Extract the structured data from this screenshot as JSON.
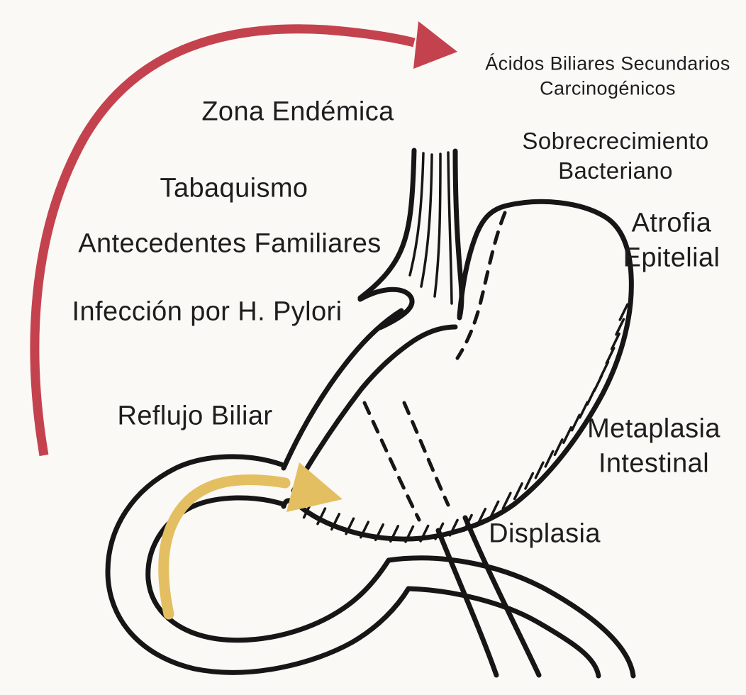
{
  "diagram": {
    "subject": "gastric-cancer-risk-and-progression-diagram",
    "language": "es"
  },
  "colors": {
    "background": "#fbf9f5",
    "line_art": "#161616",
    "text": "#1d1d1d",
    "progression_arrow_red": "#c4424e",
    "bile_reflux_arrow_yellow": "#e4bf62"
  },
  "icons": {
    "progression_arrow": "red curved arrow from lower-left sweeping over the top toward upper-right",
    "bile_reflux_arrow": "yellow curved arrow through bowel loop pointing into stomach",
    "stomach_illustration": "black line drawing of post-surgical stomach with esophagus, bowel loops, dashed suture lines and hatched mucosa"
  },
  "risk_factors": {
    "zona": "Zona Endémica",
    "tabaquismo": "Tabaquismo",
    "antecedentes": "Antecedentes Familiares",
    "infeccion": "Infección por H. Pylori",
    "reflujo": "Reflujo Biliar"
  },
  "outcomes": {
    "acidos_line1": "Ácidos Biliares Secundarios",
    "acidos_line2": "Carcinogénicos",
    "sobrecrecimiento_line1": "Sobrecrecimiento",
    "sobrecrecimiento_line2": "Bacteriano",
    "atrofia_line1": "Atrofia",
    "atrofia_line2": "Epitelial",
    "metaplasia_line1": "Metaplasia",
    "metaplasia_line2": "Intestinal",
    "displasia": "Displasia"
  }
}
